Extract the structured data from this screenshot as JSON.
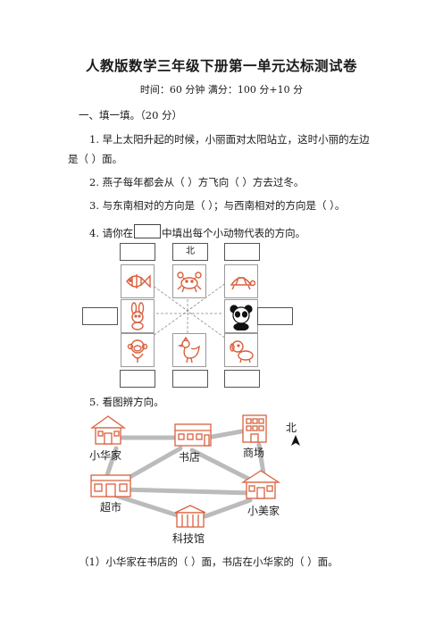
{
  "title": "人教版数学三年级下册第一单元达标测试卷",
  "subtitle": "时间：60 分钟    满分：100 分+10 分",
  "section1": "一、填一填。（20 分）",
  "q1_line1": "1. 早上太阳升起的时候，小丽面对太阳站立，这时小丽的左边",
  "q1_line2": "是（      ）面。",
  "q2": "2. 燕子每年都会从（      ）方飞向（      ）方去过冬。",
  "q3": "3. 与东南相对的方向是（      ）；与西南相对的方向是（      ）。",
  "q4_pre": "4. 请你在",
  "q4_post": "中填出每个小动物代表的方向。",
  "grid_north": "北",
  "animals": [
    "fish",
    "crab",
    "turtle",
    "rabbit",
    "panda",
    "monkey",
    "rooster",
    "dog"
  ],
  "q5": "5.  看图辨方向。",
  "map": {
    "north": "北",
    "places": [
      "小华家",
      "书店",
      "商场",
      "超市",
      "小美家",
      "科技馆"
    ]
  },
  "q5_sub1": "（1）小华家在书店的（      ）面，书店在小华家的（      ）面。",
  "colors": {
    "drawing": "#d9603e"
  }
}
